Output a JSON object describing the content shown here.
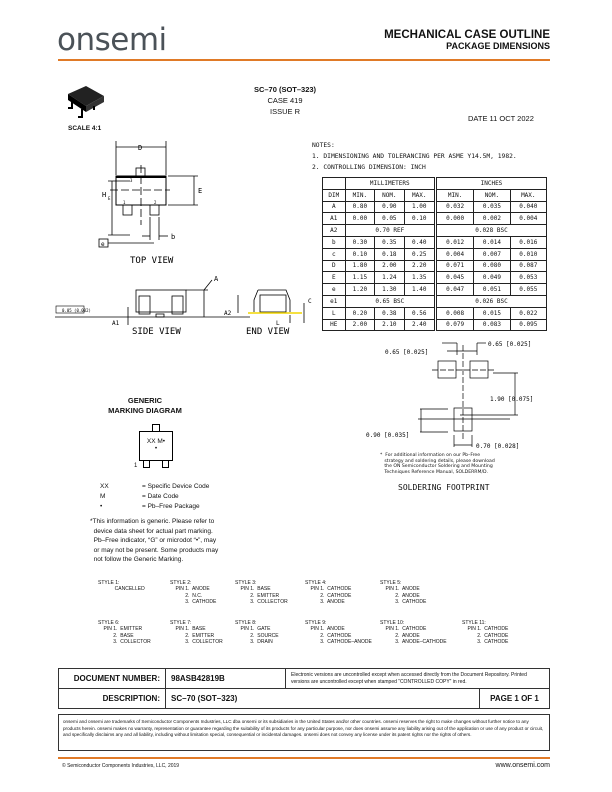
{
  "header": {
    "logo": "onsemi",
    "title": "MECHANICAL CASE OUTLINE",
    "subtitle": "PACKAGE DIMENSIONS",
    "accent": "#e07a27"
  },
  "package": {
    "name": "SC–70 (SOT–323)",
    "case": "CASE 419",
    "issue": "ISSUE R",
    "date": "DATE 11 OCT 2022",
    "scale": "SCALE 4:1"
  },
  "drawing": {
    "top_view": "TOP VIEW",
    "side_view": "SIDE VIEW",
    "end_view": "END VIEW",
    "labels": {
      "D": "D",
      "E": "E",
      "HE": "H",
      "HE_sub": "E",
      "b": "b",
      "e": "e",
      "A": "A",
      "A1": "A1",
      "A2": "A2",
      "L": "L",
      "c": "C",
      "pin1": "1",
      "pin2": "2",
      "pin3": "3",
      "flatness": "0.05 (0.002)"
    }
  },
  "notes": {
    "title": "NOTES:",
    "items": [
      "1.  DIMENSIONING AND TOLERANCING PER ASME Y14.5M, 1982.",
      "2.  CONTROLLING DIMENSION: INCH"
    ]
  },
  "dim_table": {
    "group_mm": "MILLIMETERS",
    "group_in": "INCHES",
    "dim": "DIM",
    "cols": [
      "MIN.",
      "NOM.",
      "MAX.",
      "MIN.",
      "NOM.",
      "MAX."
    ],
    "rows": [
      {
        "dim": "A",
        "v": [
          "0.80",
          "0.90",
          "1.00",
          "0.032",
          "0.035",
          "0.040"
        ]
      },
      {
        "dim": "A1",
        "v": [
          "0.00",
          "0.05",
          "0.10",
          "0.000",
          "0.002",
          "0.004"
        ]
      },
      {
        "dim": "A2",
        "mm": "0.70 REF",
        "in": "0.028 BSC"
      },
      {
        "dim": "b",
        "v": [
          "0.30",
          "0.35",
          "0.40",
          "0.012",
          "0.014",
          "0.016"
        ]
      },
      {
        "dim": "c",
        "v": [
          "0.10",
          "0.18",
          "0.25",
          "0.004",
          "0.007",
          "0.010"
        ]
      },
      {
        "dim": "D",
        "v": [
          "1.80",
          "2.00",
          "2.20",
          "0.071",
          "0.080",
          "0.087"
        ]
      },
      {
        "dim": "E",
        "v": [
          "1.15",
          "1.24",
          "1.35",
          "0.045",
          "0.049",
          "0.053"
        ]
      },
      {
        "dim": "e",
        "v": [
          "1.20",
          "1.30",
          "1.40",
          "0.047",
          "0.051",
          "0.055"
        ]
      },
      {
        "dim": "e1",
        "mm": "0.65 BSC",
        "in": "0.026 BSC"
      },
      {
        "dim": "L",
        "v": [
          "0.20",
          "0.38",
          "0.56",
          "0.008",
          "0.015",
          "0.022"
        ]
      },
      {
        "dim": "HE",
        "v": [
          "2.00",
          "2.10",
          "2.40",
          "0.079",
          "0.083",
          "0.095"
        ]
      }
    ]
  },
  "footprint": {
    "d1": "0.65 [0.025]",
    "d2": "0.65 [0.025]",
    "d3": "1.90 [0.075]",
    "d4": "0.90 [0.035]",
    "d5": "0.70 [0.028]",
    "note": "*  For additional information on our Pb–Free\n   strategy and soldering details, please download\n   the ON Semiconductor Soldering and Mounting\n   Techniques Reference Manual, SOLDERRM/D.",
    "title": "SOLDERING FOOTPRINT"
  },
  "marking": {
    "title1": "GENERIC",
    "title2": "MARKING DIAGRAM",
    "code": "XX M•",
    "dot": "•",
    "pin1": "1",
    "legend": [
      {
        "k": "XX",
        "v": "= Specific Device Code"
      },
      {
        "k": "M",
        "v": "= Date Code"
      },
      {
        "k": "•",
        "v": "= Pb–Free Package"
      }
    ],
    "note": "*This information is generic. Please refer to\n  device data sheet for actual part marking.\n  Pb–Free indicator, “G” or microdot “•”, may\n  or may not be present. Some products may\n  not follow the Generic Marking."
  },
  "styles": [
    "STYLE 1:\n            CANCELLED",
    "STYLE 2:\n    PIN 1.  ANODE\n           2.  N.C.\n           3.  CATHODE",
    "STYLE 3:\n    PIN 1.  BASE\n           2.  EMITTER\n           3.  COLLECTOR",
    "STYLE 4:\n    PIN 1.  CATHODE\n           2.  CATHODE\n           3.  ANODE",
    "STYLE 5:\n    PIN 1.  ANODE\n           2.  ANODE\n           3.  CATHODE",
    "STYLE 6:\n    PIN 1.  EMITTER\n           2.  BASE\n           3.  COLLECTOR",
    "STYLE 7:\n    PIN 1.  BASE\n           2.  EMITTER\n           3.  COLLECTOR",
    "STYLE 8:\n    PIN 1.  GATE\n           2.  SOURCE\n           3.  DRAIN",
    "STYLE 9:\n    PIN 1.  ANODE\n           2.  CATHODE\n           3.  CATHODE–ANODE",
    "STYLE 10:\n    PIN 1.  CATHODE\n           2.  ANODE\n           3.  ANODE–CATHODE",
    "STYLE 11:\n    PIN 1.  CATHODE\n           2.  CATHODE\n           3.  CATHODE"
  ],
  "footer_table": {
    "doc_label": "DOCUMENT NUMBER:",
    "doc_value": "98ASB42819B",
    "disclaimer": "Electronic versions are uncontrolled except when accessed directly from the Document Repository. Printed versions are uncontrolled except when stamped “CONTROLLED COPY” in red.",
    "desc_label": "DESCRIPTION:",
    "desc_value": "SC–70 (SOT–323)",
    "page": "PAGE 1 OF 1"
  },
  "trademark": "onsemi and onsemi are trademarks of Semiconductor Components Industries, LLC dba onsemi or its subsidiaries in the United States and/or other countries. onsemi reserves the right to make changes without further notice to any products herein. onsemi makes no warranty, representation or guarantee regarding the suitability of its products for any particular purpose, nor does onsemi assume any liability arising out of the application or use of any product or circuit, and specifically disclaims any and all liability, including without limitation special, consequential or incidental damages. onsemi does not convey any license under its patent rights nor the rights of others.",
  "footer": {
    "copyright": "©  Semiconductor Components Industries, LLC, 2019",
    "url": "www.onsemi.com"
  }
}
